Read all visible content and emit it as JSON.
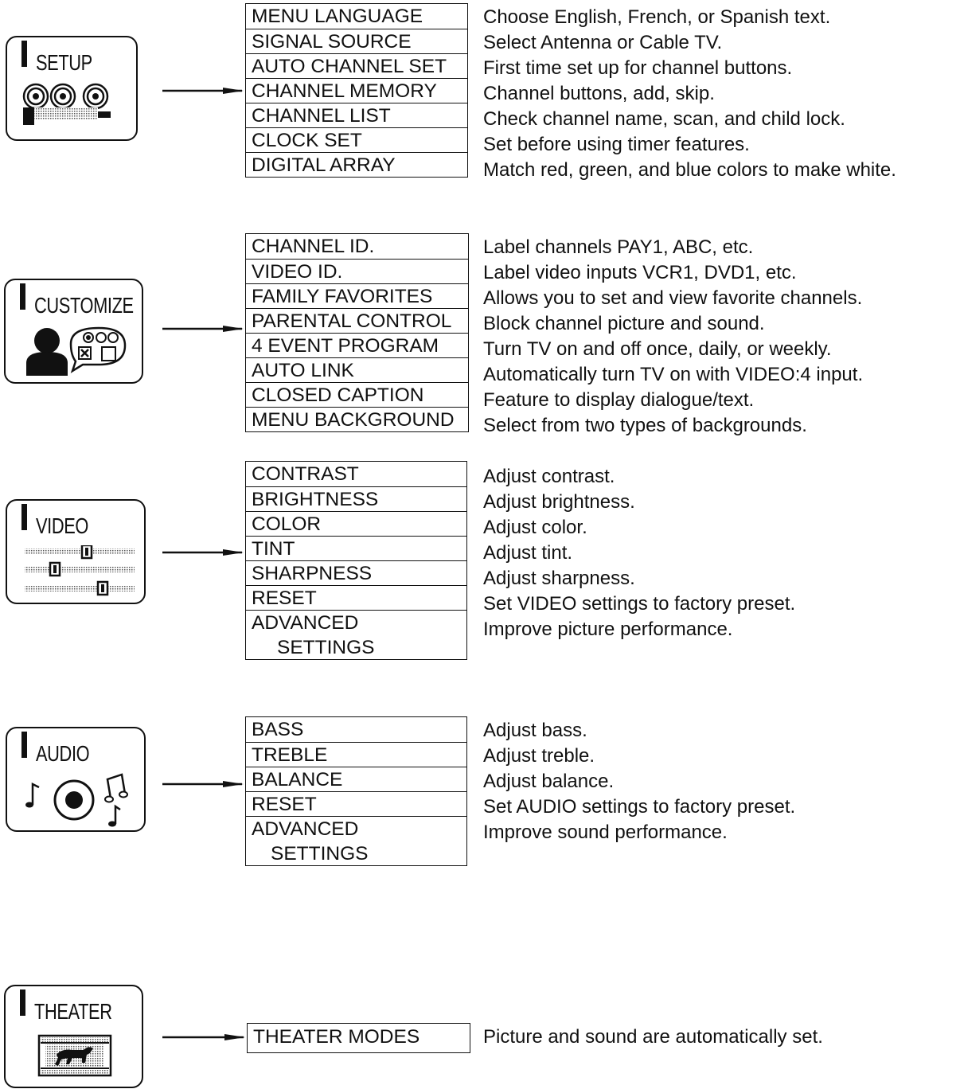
{
  "sections": [
    {
      "icon_label": "SETUP",
      "items": [
        "MENU LANGUAGE",
        "SIGNAL SOURCE",
        "AUTO CHANNEL SET",
        "CHANNEL MEMORY",
        "CHANNEL LIST",
        "CLOCK SET",
        "DIGITAL ARRAY"
      ],
      "descriptions": [
        "Choose English, French, or Spanish text.",
        "Select Antenna or Cable TV.",
        "First time set up for channel buttons.",
        "Channel buttons, add, skip.",
        "Check channel name, scan, and child lock.",
        "Set before using timer features.",
        "Match red, green, and blue colors to make white."
      ]
    },
    {
      "icon_label": "CUSTOMIZE",
      "items": [
        "CHANNEL ID.",
        "VIDEO ID.",
        "FAMILY FAVORITES",
        "PARENTAL CONTROL",
        "4 EVENT PROGRAM",
        "AUTO LINK",
        "CLOSED CAPTION",
        "MENU BACKGROUND"
      ],
      "descriptions": [
        "Label channels PAY1, ABC, etc.",
        "Label video inputs VCR1, DVD1, etc.",
        "Allows you to set and view favorite channels.",
        "Block channel picture and sound.",
        "Turn TV on and off once, daily, or weekly.",
        "Automatically turn TV on with VIDEO:4 input.",
        "Feature to display dialogue/text.",
        "Select from two types of backgrounds."
      ]
    },
    {
      "icon_label": "VIDEO",
      "items": [
        "CONTRAST",
        "BRIGHTNESS",
        "COLOR",
        "TINT",
        "SHARPNESS",
        "RESET"
      ],
      "advanced": [
        "ADVANCED",
        "SETTINGS"
      ],
      "descriptions": [
        "Adjust contrast.",
        "Adjust brightness.",
        "Adjust color.",
        "Adjust tint.",
        "Adjust sharpness.",
        "Set VIDEO settings to factory preset.",
        "Improve picture performance."
      ]
    },
    {
      "icon_label": "AUDIO",
      "items": [
        "BASS",
        "TREBLE",
        "BALANCE",
        "RESET"
      ],
      "advanced": [
        "ADVANCED",
        "SETTINGS"
      ],
      "descriptions": [
        "Adjust bass.",
        "Adjust treble.",
        "Adjust balance.",
        "Set AUDIO settings to factory preset.",
        "Improve sound performance."
      ]
    },
    {
      "icon_label": "THEATER",
      "items": [
        "THEATER MODES"
      ],
      "descriptions": [
        "Picture and sound are automatically set."
      ]
    }
  ],
  "icons": [
    "setup-icon",
    "customize-icon",
    "video-icon",
    "audio-icon",
    "theater-icon"
  ]
}
